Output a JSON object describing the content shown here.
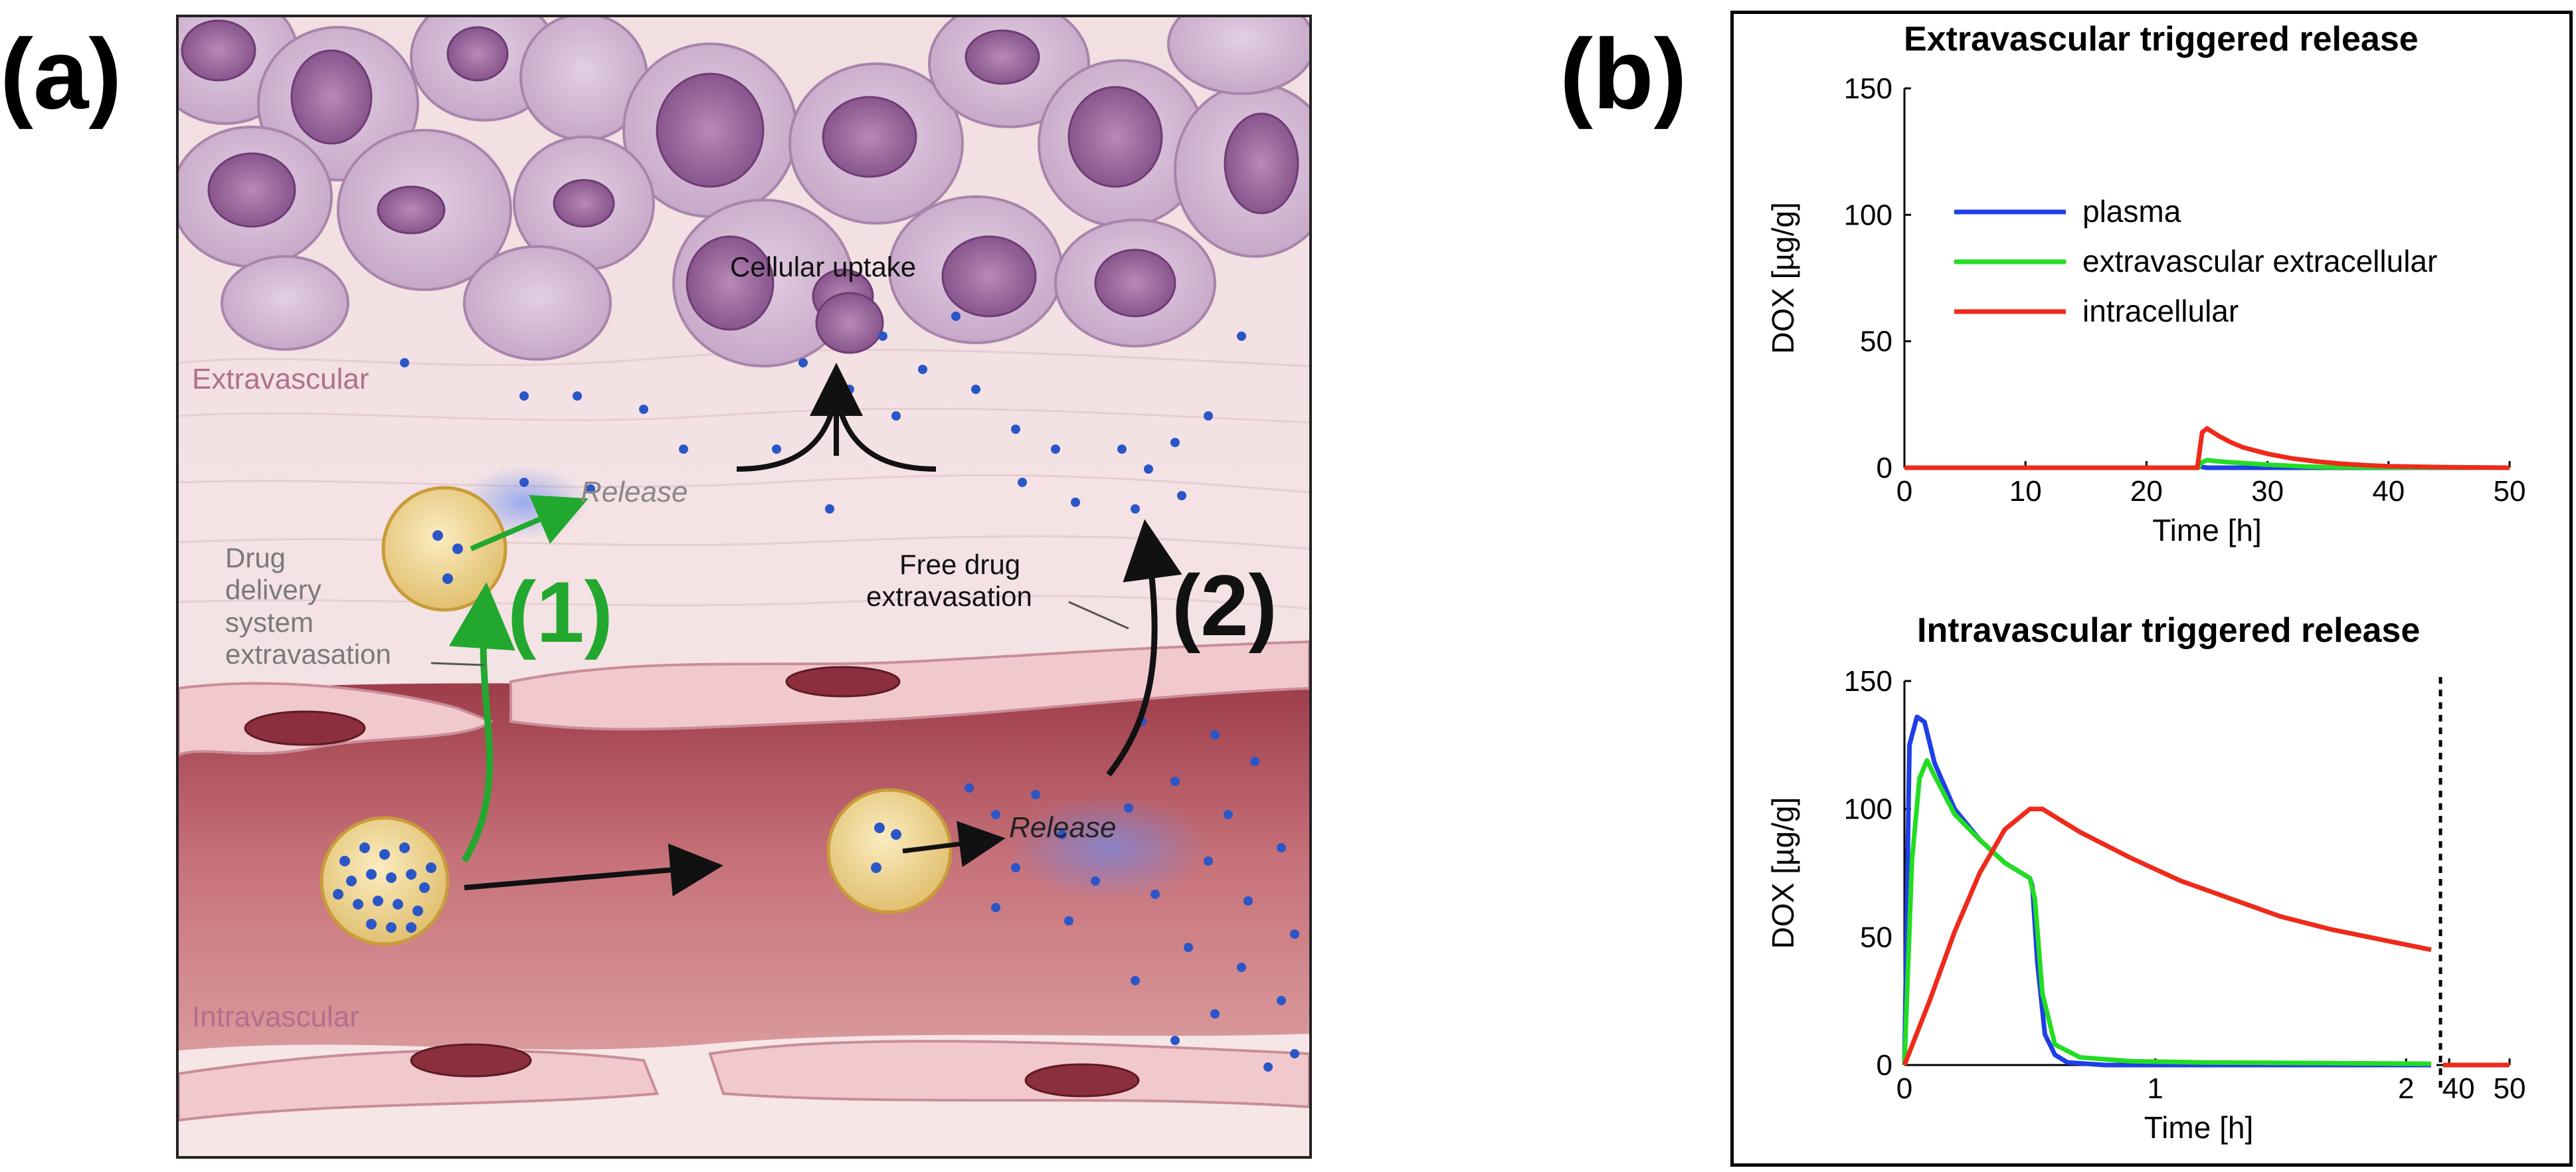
{
  "panels": {
    "a_label": "(a)",
    "b_label": "(b)"
  },
  "illustration": {
    "label_extravascular": "Extravascular",
    "label_intravascular": "Intravascular",
    "label_cellular_uptake": "Cellular uptake",
    "label_release_top": "Release",
    "label_release_vessel": "Release",
    "label_dds_extravasation": [
      "Drug",
      "delivery",
      "system",
      "extravasation"
    ],
    "label_free_drug": [
      "Free drug",
      "extravasation"
    ],
    "step_1": "(1)",
    "step_2": "(2)",
    "colors": {
      "step1": "#22a82e",
      "step2": "#111111",
      "vessel": "#8e2f3d",
      "cell": "#c9a9cc",
      "nucleus": "#8a4f8c",
      "drug": "#2a56c8",
      "carrier": "#e3c77a"
    }
  },
  "chart_data": [
    {
      "type": "line",
      "title": "Extravascular triggered release",
      "xlabel": "Time [h]",
      "ylabel": "DOX [µg/g]",
      "xlim": [
        0,
        50
      ],
      "ylim": [
        0,
        150
      ],
      "xticks": [
        0,
        10,
        20,
        30,
        40,
        50
      ],
      "yticks": [
        0,
        50,
        100,
        150
      ],
      "legend_position": "upper-left",
      "grid": false,
      "series": [
        {
          "name": "plasma",
          "color": "#1f3fe6",
          "x": [
            0,
            24.3,
            24.4,
            24.6,
            25,
            50
          ],
          "y": [
            0,
            0,
            1,
            0.3,
            0,
            0
          ]
        },
        {
          "name": "extravascular extracellular",
          "color": "#22dd22",
          "x": [
            0,
            24.3,
            24.5,
            25,
            26,
            28,
            30,
            33,
            35,
            50
          ],
          "y": [
            0,
            0,
            2,
            3,
            2.5,
            1.8,
            1.2,
            0.5,
            0.2,
            0
          ]
        },
        {
          "name": "intracellular",
          "color": "#ee2a1a",
          "x": [
            0,
            24.2,
            24.6,
            25,
            26,
            27,
            28,
            30,
            32,
            34,
            36,
            38,
            40,
            45,
            50
          ],
          "y": [
            0,
            0,
            14,
            15.5,
            12.5,
            10,
            8,
            5.5,
            3.7,
            2.5,
            1.6,
            1,
            0.6,
            0.2,
            0
          ]
        }
      ]
    },
    {
      "type": "line",
      "title": "Intravascular triggered release",
      "xlabel": "Time [h]",
      "ylabel": "DOX [µg/g]",
      "ylim": [
        0,
        150
      ],
      "xticks": [
        0,
        1,
        2,
        40,
        50
      ],
      "yticks": [
        0,
        50,
        100,
        150
      ],
      "x_axis_broken": true,
      "x_segments": [
        [
          0,
          2.1
        ],
        [
          39,
          50
        ]
      ],
      "grid": false,
      "series": [
        {
          "name": "plasma",
          "color": "#1f3fe6",
          "x": [
            0,
            0.02,
            0.05,
            0.08,
            0.12,
            0.2,
            0.3,
            0.4,
            0.5,
            0.51,
            0.53,
            0.56,
            0.6,
            0.65,
            0.8,
            2.1,
            39,
            50
          ],
          "y": [
            0,
            125,
            136,
            134,
            118,
            100,
            88,
            79,
            73,
            70,
            40,
            12,
            4,
            1,
            0,
            0,
            0,
            0
          ]
        },
        {
          "name": "extravascular extracellular",
          "color": "#22dd22",
          "x": [
            0,
            0.03,
            0.06,
            0.09,
            0.12,
            0.2,
            0.3,
            0.4,
            0.5,
            0.52,
            0.55,
            0.6,
            0.7,
            0.9,
            1.2,
            2.1,
            39,
            50
          ],
          "y": [
            0,
            80,
            112,
            119,
            113,
            98,
            88,
            79,
            73,
            65,
            28,
            8,
            3,
            1.5,
            1,
            0.5,
            0,
            0
          ]
        },
        {
          "name": "intracellular",
          "color": "#ee2a1a",
          "x": [
            0,
            0.1,
            0.2,
            0.3,
            0.4,
            0.5,
            0.55,
            0.7,
            0.9,
            1.1,
            1.3,
            1.5,
            1.7,
            1.9,
            2.1,
            39,
            50
          ],
          "y": [
            0,
            25,
            52,
            75,
            92,
            100,
            100,
            91,
            81,
            72,
            65,
            58,
            53,
            49,
            45,
            0,
            0
          ]
        }
      ]
    }
  ]
}
